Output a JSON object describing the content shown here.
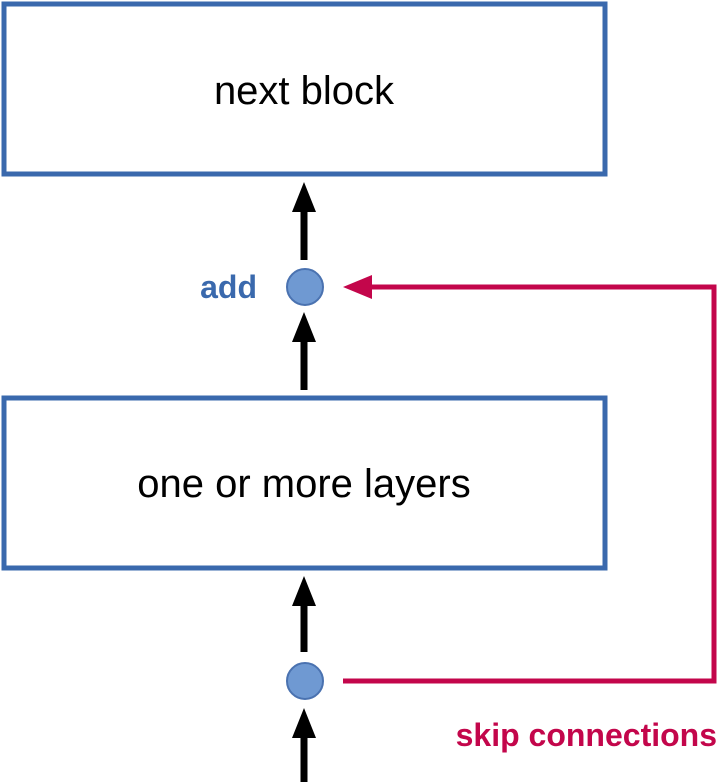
{
  "diagram": {
    "top_block": {
      "label": "next block"
    },
    "bottom_block": {
      "label": "one or more layers"
    },
    "add_node": {
      "label": "add"
    },
    "skip": {
      "label": "skip connections"
    }
  },
  "colors": {
    "box_border": "#3a69ad",
    "node_fill": "#6f99d2",
    "node_stroke": "#4a72b0",
    "add_text": "#3a69ad",
    "skip_color": "#c3064b",
    "arrow": "#000000"
  }
}
